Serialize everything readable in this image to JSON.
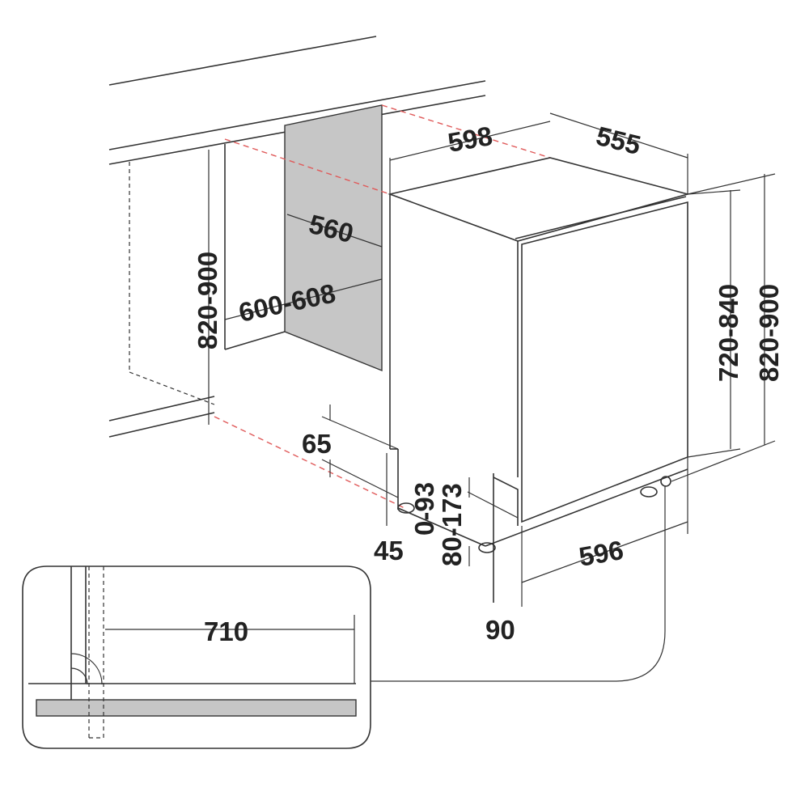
{
  "colors": {
    "line": "#333333",
    "panel": "#c6c6c6",
    "guide": "#e05a5a"
  },
  "dimensions": {
    "appliance_width": "598",
    "appliance_depth": "555",
    "niche_depth": "560",
    "niche_width": "600-608",
    "niche_height": "820-900",
    "appliance_height": "720-840",
    "total_height": "820-900",
    "plinth_height": "65",
    "plinth_offset": "45",
    "front_foot_adjust": "0-93",
    "rear_foot_adjust": "80-173",
    "door_width": "596",
    "door_offset": "90",
    "inset_clearance": "710"
  }
}
